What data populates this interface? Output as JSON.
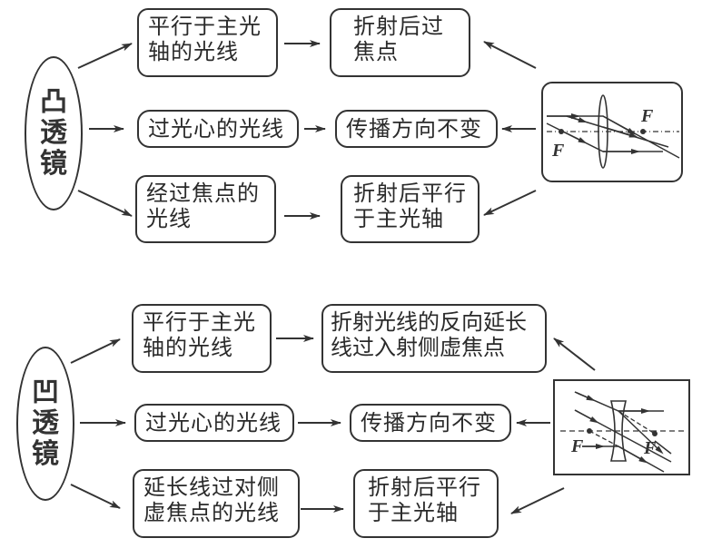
{
  "convex": {
    "label": "凸透镜",
    "rows": [
      {
        "ray": [
          "平行于主光",
          "轴的光线"
        ],
        "result": [
          "折射后过",
          "焦点"
        ]
      },
      {
        "ray": [
          "过光心的光线"
        ],
        "result": [
          "传播方向不变"
        ]
      },
      {
        "ray": [
          "经过焦点的",
          "光线"
        ],
        "result": [
          "折射后平行",
          "于主光轴"
        ]
      }
    ],
    "diagram": {
      "focus_left": "F",
      "focus_right": "F"
    }
  },
  "concave": {
    "label": "凹透镜",
    "rows": [
      {
        "ray": [
          "平行于主光",
          "轴的光线"
        ],
        "result": [
          "折射光线的反向延长",
          "线过入射侧虚焦点"
        ]
      },
      {
        "ray": [
          "过光心的光线"
        ],
        "result": [
          "传播方向不变"
        ]
      },
      {
        "ray": [
          "延长线过对侧",
          "虚焦点的光线"
        ],
        "result": [
          "折射后平行",
          "于主光轴"
        ]
      }
    ],
    "diagram": {
      "focus_left": "F",
      "focus_right": "F"
    }
  }
}
